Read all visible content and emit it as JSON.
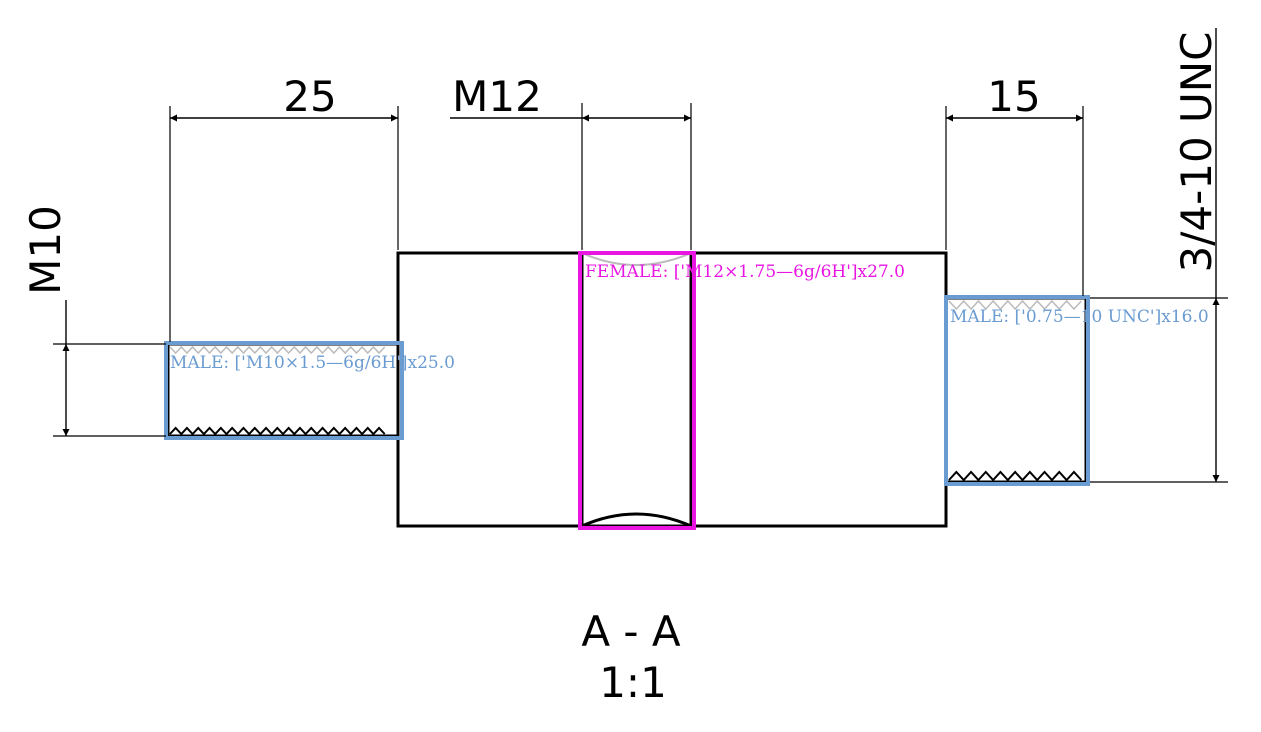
{
  "dimensions": {
    "left_length": "25",
    "left_thread": "M10",
    "center_thread": "M12",
    "right_length": "15",
    "right_thread": "3/4-10 UNC"
  },
  "annotations": {
    "male_left": "MALE: ['M10×1.5—6g/6H']x25.0",
    "female_center": "FEMALE: ['M12×1.75—6g/6H']x27.0",
    "male_right": "MALE: ['0.75—10 UNC']x16.0"
  },
  "colors": {
    "male": "#6a9bd1",
    "female": "#e815e3",
    "line": "#000000"
  },
  "caption": {
    "section": "A - A",
    "scale": "1:1"
  }
}
